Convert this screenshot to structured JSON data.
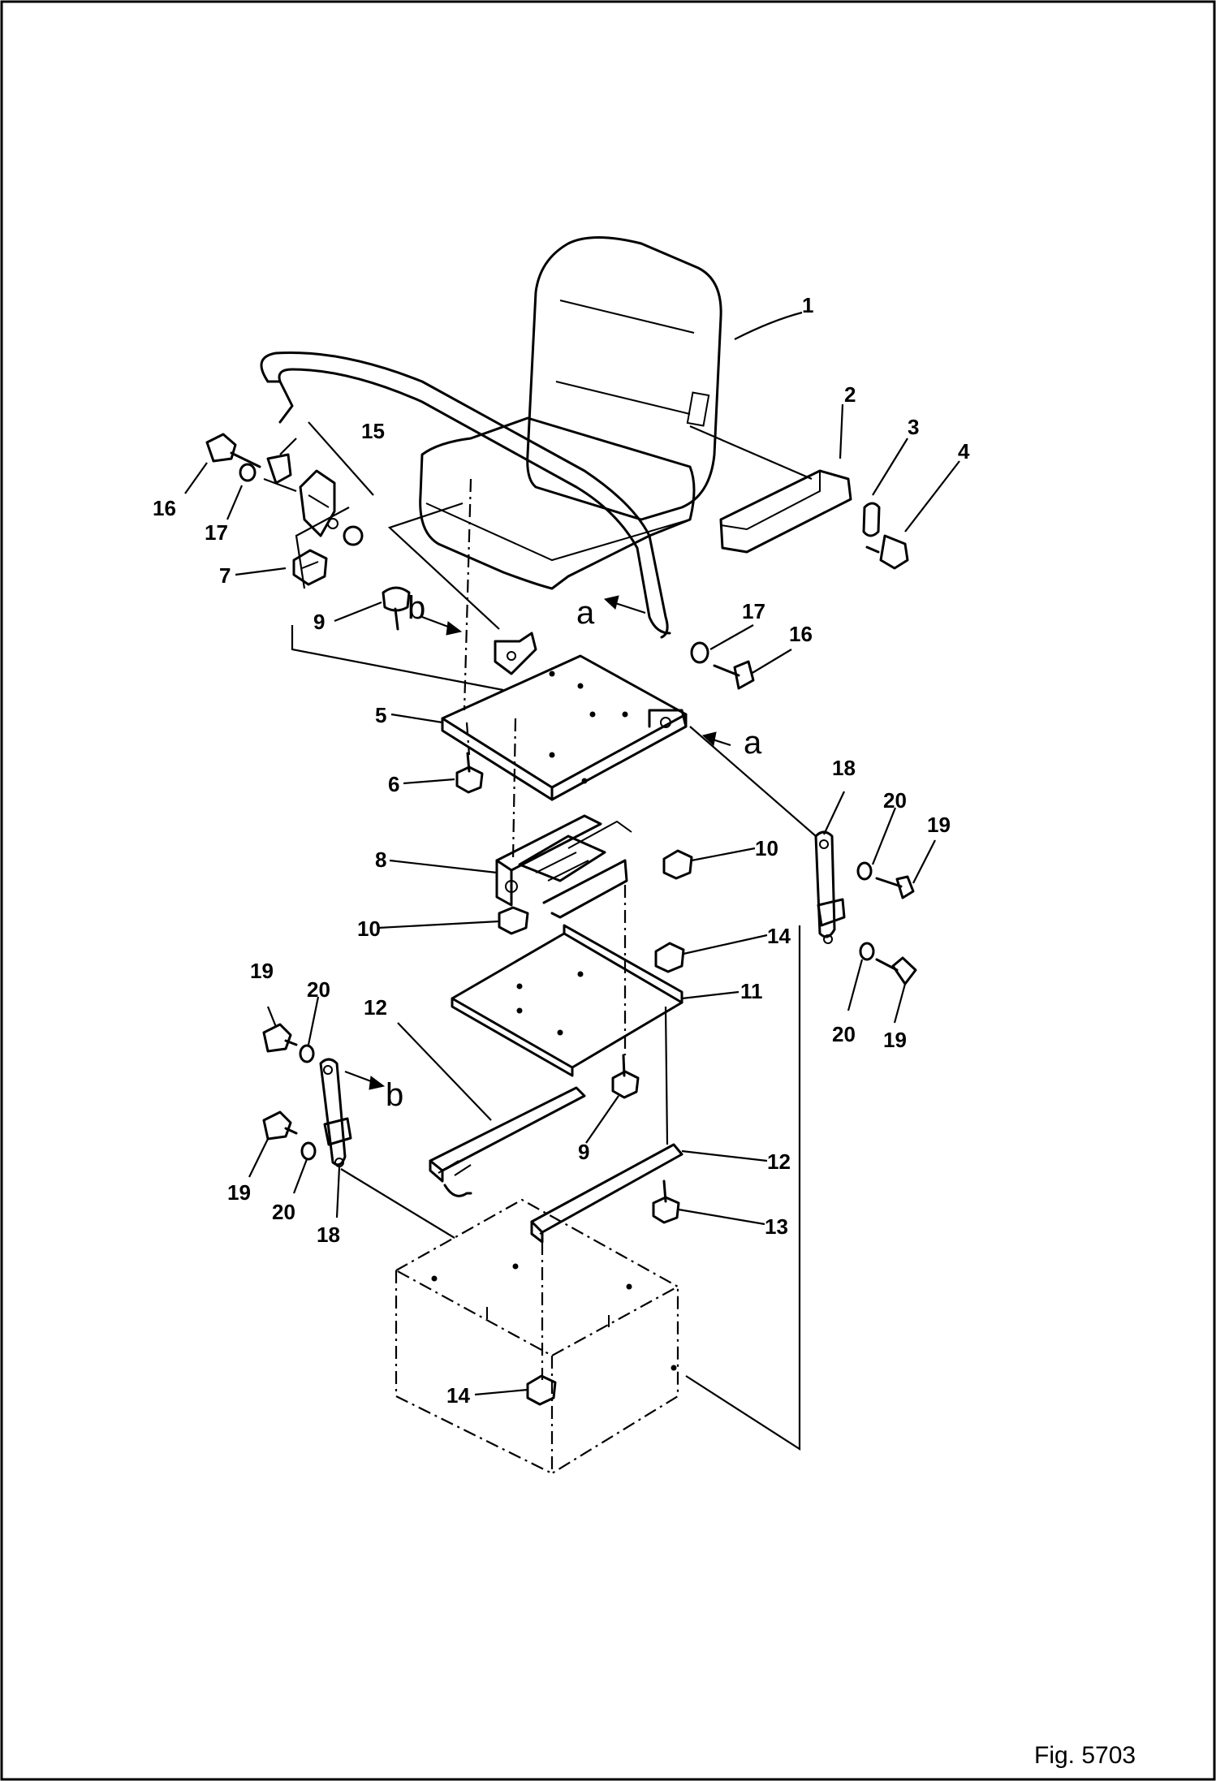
{
  "figure": {
    "caption": "Fig. 5703"
  },
  "callouts": {
    "c1": "1",
    "c2": "2",
    "c3": "3",
    "c4": "4",
    "c5": "5",
    "c6": "6",
    "c7": "7",
    "c8": "8",
    "c9a": "9",
    "c9b": "9",
    "c10a": "10",
    "c10b": "10",
    "c11": "11",
    "c12a": "12",
    "c12b": "12",
    "c13": "13",
    "c14a": "14",
    "c14b": "14",
    "c15": "15",
    "c16a": "16",
    "c16b": "16",
    "c17a": "17",
    "c17b": "17",
    "c18a": "18",
    "c18b": "18",
    "c19a": "19",
    "c19b": "19",
    "c19c": "19",
    "c19d": "19",
    "c20a": "20",
    "c20b": "20",
    "c20c": "20",
    "c20d": "20"
  },
  "view_markers": {
    "a1": "a",
    "a2": "a",
    "b1": "b",
    "b2": "b"
  }
}
